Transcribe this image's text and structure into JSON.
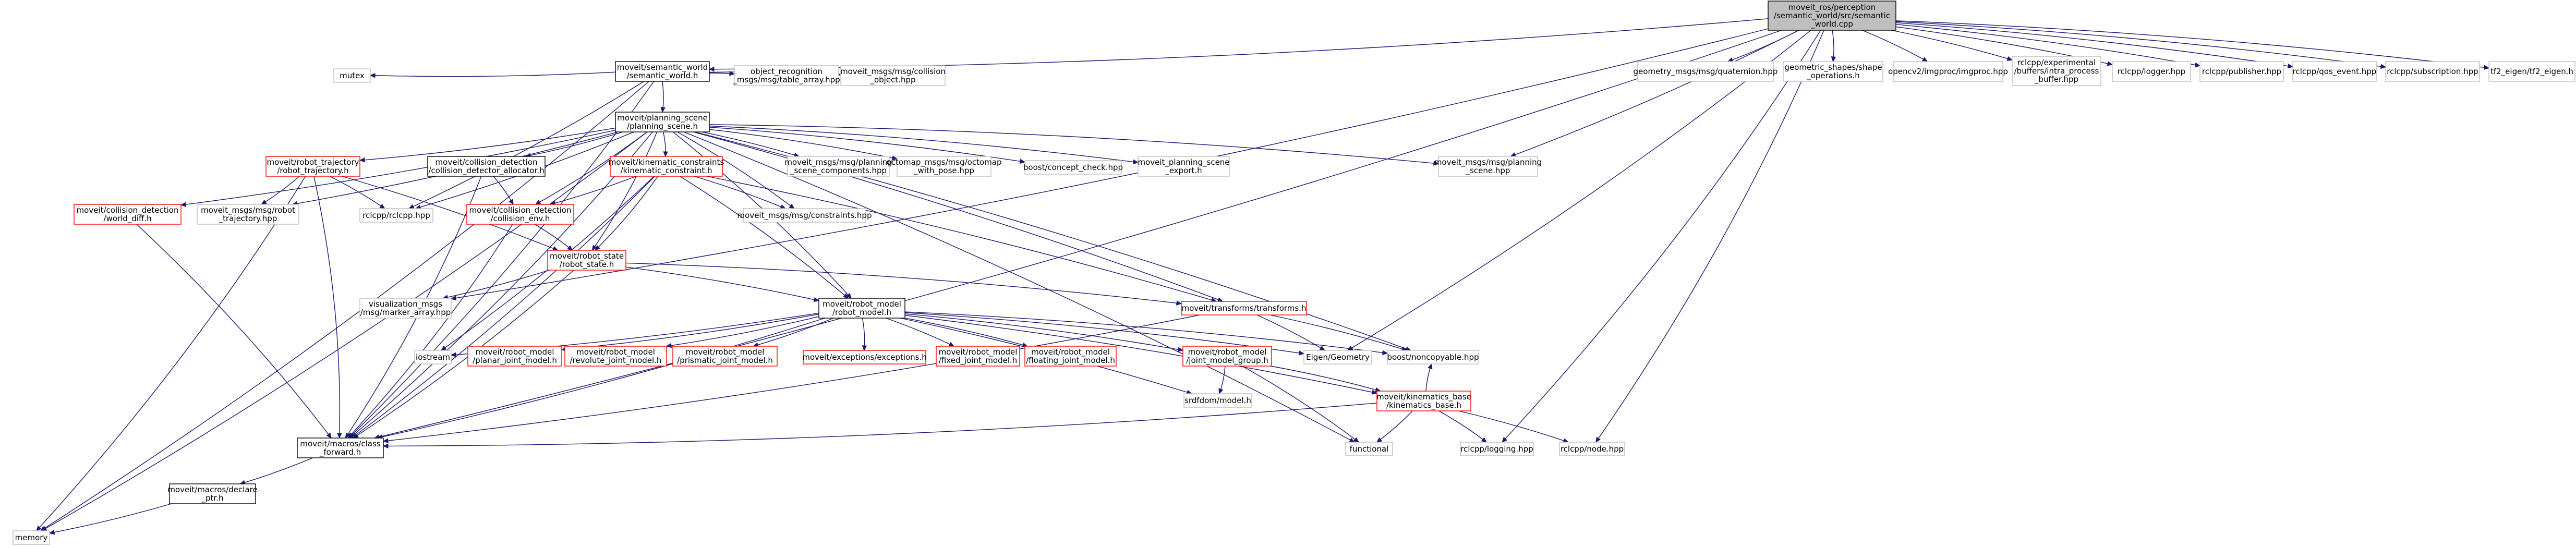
{
  "diagram": {
    "type": "include-dependency-graph",
    "root": "moveit_ros/perception/semantic_world/src/semantic_world.cpp",
    "colors": {
      "edge": "#191970",
      "box_documented": "#000000",
      "box_undocumented": "#bfbfbf",
      "box_incomplete": "#ff0000",
      "root_fill": "#bfbfbf"
    },
    "nodes": [
      {
        "id": "root",
        "style": "root",
        "lines": [
          "moveit_ros/perception",
          "/semantic_world/src/semantic",
          "_world.cpp"
        ]
      },
      {
        "id": "sw_h",
        "style": "doc",
        "lines": [
          "moveit/semantic_world",
          "/semantic_world.h"
        ]
      },
      {
        "id": "gm_quat",
        "style": "undoc",
        "lines": [
          "geometry_msgs/msg/quaternion.hpp"
        ]
      },
      {
        "id": "geom_shapes",
        "style": "undoc",
        "lines": [
          "geometric_shapes/shape",
          "_operations.h"
        ]
      },
      {
        "id": "opencv",
        "style": "undoc",
        "lines": [
          "opencv2/imgproc/imgproc.hpp"
        ]
      },
      {
        "id": "rclcpp_exp",
        "style": "undoc",
        "lines": [
          "rclcpp/experimental",
          "/buffers/intra_process",
          "_buffer.hpp"
        ]
      },
      {
        "id": "rclcpp_logger",
        "style": "undoc",
        "lines": [
          "rclcpp/logger.hpp"
        ]
      },
      {
        "id": "rclcpp_pub",
        "style": "undoc",
        "lines": [
          "rclcpp/publisher.hpp"
        ]
      },
      {
        "id": "rclcpp_qos",
        "style": "undoc",
        "lines": [
          "rclcpp/qos_event.hpp"
        ]
      },
      {
        "id": "rclcpp_sub",
        "style": "undoc",
        "lines": [
          "rclcpp/subscription.hpp"
        ]
      },
      {
        "id": "tf2_eigen",
        "style": "undoc",
        "lines": [
          "tf2_eigen/tf2_eigen.h"
        ]
      },
      {
        "id": "mutex",
        "style": "undoc",
        "lines": [
          "mutex"
        ]
      },
      {
        "id": "ps_h",
        "style": "doc",
        "lines": [
          "moveit/planning_scene",
          "/planning_scene.h"
        ]
      },
      {
        "id": "objrec",
        "style": "undoc",
        "lines": [
          "object_recognition",
          "_msgs/msg/table_array.hpp"
        ]
      },
      {
        "id": "coll_obj",
        "style": "undoc",
        "lines": [
          "moveit_msgs/msg/collision",
          "_object.hpp"
        ]
      },
      {
        "id": "rt_h",
        "style": "incomplete",
        "lines": [
          "moveit/robot_trajectory",
          "/robot_trajectory.h"
        ]
      },
      {
        "id": "cd_alloc",
        "style": "doc",
        "lines": [
          "moveit/collision_detection",
          "/collision_detector_allocator.h"
        ]
      },
      {
        "id": "kc_h",
        "style": "incomplete",
        "lines": [
          "moveit/kinematic_constraints",
          "/kinematic_constraint.h"
        ]
      },
      {
        "id": "ps_comp",
        "style": "undoc",
        "lines": [
          "moveit_msgs/msg/planning",
          "_scene_components.hpp"
        ]
      },
      {
        "id": "octomap",
        "style": "undoc",
        "lines": [
          "octomap_msgs/msg/octomap",
          "_with_pose.hpp"
        ]
      },
      {
        "id": "boost_cc",
        "style": "undoc",
        "lines": [
          "boost/concept_check.hpp"
        ]
      },
      {
        "id": "ps_export",
        "style": "undoc",
        "lines": [
          "moveit_planning_scene",
          "_export.h"
        ]
      },
      {
        "id": "ps_msg",
        "style": "undoc",
        "lines": [
          "moveit_msgs/msg/planning",
          "_scene.hpp"
        ]
      },
      {
        "id": "rt_msg",
        "style": "undoc",
        "lines": [
          "moveit_msgs/msg/robot",
          "_trajectory.hpp"
        ]
      },
      {
        "id": "rclcpp",
        "style": "undoc",
        "lines": [
          "rclcpp/rclcpp.hpp"
        ]
      },
      {
        "id": "cd_env",
        "style": "incomplete",
        "lines": [
          "moveit/collision_detection",
          "/collision_env.h"
        ]
      },
      {
        "id": "constraints",
        "style": "undoc",
        "lines": [
          "moveit_msgs/msg/constraints.hpp"
        ]
      },
      {
        "id": "cd_world_diff",
        "style": "incomplete",
        "lines": [
          "moveit/collision_detection",
          "/world_diff.h"
        ]
      },
      {
        "id": "rs_h",
        "style": "incomplete",
        "lines": [
          "moveit/robot_state",
          "/robot_state.h"
        ]
      },
      {
        "id": "vis_msgs",
        "style": "undoc",
        "lines": [
          "visualization_msgs",
          "/msg/marker_array.hpp"
        ]
      },
      {
        "id": "rm_h",
        "style": "doc",
        "lines": [
          "moveit/robot_model",
          "/robot_model.h"
        ]
      },
      {
        "id": "tf_h",
        "style": "incomplete",
        "lines": [
          "moveit/transforms/transforms.h"
        ]
      },
      {
        "id": "iostream",
        "style": "undoc",
        "lines": [
          "iostream"
        ]
      },
      {
        "id": "planar",
        "style": "incomplete",
        "lines": [
          "moveit/robot_model",
          "/planar_joint_model.h"
        ]
      },
      {
        "id": "revolute",
        "style": "incomplete",
        "lines": [
          "moveit/robot_model",
          "/revolute_joint_model.h"
        ]
      },
      {
        "id": "prismatic",
        "style": "incomplete",
        "lines": [
          "moveit/robot_model",
          "/prismatic_joint_model.h"
        ]
      },
      {
        "id": "exceptions",
        "style": "incomplete",
        "lines": [
          "moveit/exceptions/exceptions.h"
        ]
      },
      {
        "id": "fixed",
        "style": "incomplete",
        "lines": [
          "moveit/robot_model",
          "/fixed_joint_model.h"
        ]
      },
      {
        "id": "floating",
        "style": "incomplete",
        "lines": [
          "moveit/robot_model",
          "/floating_joint_model.h"
        ]
      },
      {
        "id": "jmg",
        "style": "incomplete",
        "lines": [
          "moveit/robot_model",
          "/joint_model_group.h"
        ]
      },
      {
        "id": "eigen",
        "style": "undoc",
        "lines": [
          "Eigen/Geometry"
        ]
      },
      {
        "id": "boost_nc",
        "style": "undoc",
        "lines": [
          "boost/noncopyable.hpp"
        ]
      },
      {
        "id": "srdf",
        "style": "undoc",
        "lines": [
          "srdfdom/model.h"
        ]
      },
      {
        "id": "kb_h",
        "style": "incomplete",
        "lines": [
          "moveit/kinematics_base",
          "/kinematics_base.h"
        ]
      },
      {
        "id": "class_fwd",
        "style": "doc",
        "lines": [
          "moveit/macros/class",
          "_forward.h"
        ]
      },
      {
        "id": "functional",
        "style": "undoc",
        "lines": [
          "functional"
        ]
      },
      {
        "id": "rclcpp_logging",
        "style": "undoc",
        "lines": [
          "rclcpp/logging.hpp"
        ]
      },
      {
        "id": "rclcpp_node",
        "style": "undoc",
        "lines": [
          "rclcpp/node.hpp"
        ]
      },
      {
        "id": "declare_ptr",
        "style": "doc",
        "lines": [
          "moveit/macros/declare",
          "_ptr.h"
        ]
      },
      {
        "id": "memory",
        "style": "undoc",
        "lines": [
          "memory"
        ]
      }
    ],
    "edges": [
      [
        "root",
        "sw_h"
      ],
      [
        "root",
        "gm_quat"
      ],
      [
        "root",
        "geom_shapes"
      ],
      [
        "root",
        "opencv"
      ],
      [
        "root",
        "rclcpp_exp"
      ],
      [
        "root",
        "rclcpp_logger"
      ],
      [
        "root",
        "rclcpp_pub"
      ],
      [
        "root",
        "rclcpp_qos"
      ],
      [
        "root",
        "rclcpp_sub"
      ],
      [
        "root",
        "tf2_eigen"
      ],
      [
        "root",
        "ps_msg"
      ],
      [
        "root",
        "eigen"
      ],
      [
        "root",
        "rclcpp_logging"
      ],
      [
        "root",
        "rclcpp_node"
      ],
      [
        "root",
        "class_fwd"
      ],
      [
        "root",
        "vis_msgs"
      ],
      [
        "sw_h",
        "mutex"
      ],
      [
        "sw_h",
        "ps_h"
      ],
      [
        "sw_h",
        "objrec"
      ],
      [
        "sw_h",
        "coll_obj"
      ],
      [
        "sw_h",
        "rclcpp"
      ],
      [
        "sw_h",
        "class_fwd"
      ],
      [
        "sw_h",
        "memory"
      ],
      [
        "ps_h",
        "rt_h"
      ],
      [
        "ps_h",
        "cd_alloc"
      ],
      [
        "ps_h",
        "kc_h"
      ],
      [
        "ps_h",
        "ps_comp"
      ],
      [
        "ps_h",
        "octomap"
      ],
      [
        "ps_h",
        "boost_cc"
      ],
      [
        "ps_h",
        "ps_export"
      ],
      [
        "ps_h",
        "ps_msg"
      ],
      [
        "ps_h",
        "rt_msg"
      ],
      [
        "ps_h",
        "rclcpp"
      ],
      [
        "ps_h",
        "cd_env"
      ],
      [
        "ps_h",
        "constraints"
      ],
      [
        "ps_h",
        "cd_world_diff"
      ],
      [
        "ps_h",
        "rs_h"
      ],
      [
        "ps_h",
        "rm_h"
      ],
      [
        "ps_h",
        "tf_h"
      ],
      [
        "ps_h",
        "class_fwd"
      ],
      [
        "ps_h",
        "boost_nc"
      ],
      [
        "ps_h",
        "functional"
      ],
      [
        "ps_h",
        "memory"
      ],
      [
        "rt_h",
        "rt_msg"
      ],
      [
        "rt_h",
        "rclcpp"
      ],
      [
        "rt_h",
        "rs_h"
      ],
      [
        "rt_h",
        "class_fwd"
      ],
      [
        "rt_h",
        "memory"
      ],
      [
        "cd_alloc",
        "cd_env"
      ],
      [
        "cd_alloc",
        "class_fwd"
      ],
      [
        "kc_h",
        "constraints"
      ],
      [
        "kc_h",
        "rs_h"
      ],
      [
        "kc_h",
        "rm_h"
      ],
      [
        "kc_h",
        "cd_env"
      ],
      [
        "kc_h",
        "tf_h"
      ],
      [
        "kc_h",
        "iostream"
      ],
      [
        "kc_h",
        "class_fwd"
      ],
      [
        "cd_env",
        "rs_h"
      ],
      [
        "cd_env",
        "class_fwd"
      ],
      [
        "cd_world_diff",
        "class_fwd"
      ],
      [
        "rs_h",
        "rm_h"
      ],
      [
        "rs_h",
        "tf_h"
      ],
      [
        "rs_h",
        "vis_msgs"
      ],
      [
        "rs_h",
        "class_fwd"
      ],
      [
        "rm_h",
        "iostream"
      ],
      [
        "rm_h",
        "planar"
      ],
      [
        "rm_h",
        "revolute"
      ],
      [
        "rm_h",
        "prismatic"
      ],
      [
        "rm_h",
        "exceptions"
      ],
      [
        "rm_h",
        "fixed"
      ],
      [
        "rm_h",
        "floating"
      ],
      [
        "rm_h",
        "jmg"
      ],
      [
        "rm_h",
        "eigen"
      ],
      [
        "rm_h",
        "boost_nc"
      ],
      [
        "rm_h",
        "srdf"
      ],
      [
        "rm_h",
        "class_fwd"
      ],
      [
        "rm_h",
        "kb_h"
      ],
      [
        "tf_h",
        "eigen"
      ],
      [
        "tf_h",
        "boost_nc"
      ],
      [
        "tf_h",
        "class_fwd"
      ],
      [
        "jmg",
        "srdf"
      ],
      [
        "jmg",
        "functional"
      ],
      [
        "jmg",
        "kb_h"
      ],
      [
        "kb_h",
        "class_fwd"
      ],
      [
        "kb_h",
        "functional"
      ],
      [
        "kb_h",
        "rclcpp_logging"
      ],
      [
        "kb_h",
        "rclcpp_node"
      ],
      [
        "kb_h",
        "boost_nc"
      ],
      [
        "class_fwd",
        "declare_ptr"
      ],
      [
        "declare_ptr",
        "memory"
      ]
    ]
  }
}
